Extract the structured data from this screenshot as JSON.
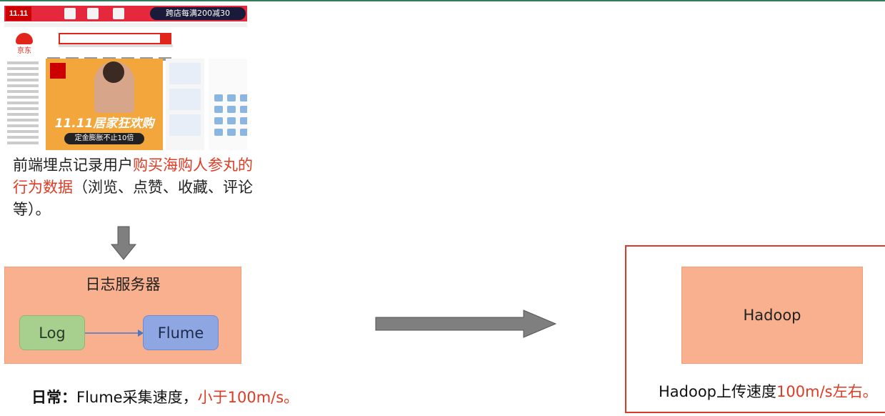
{
  "screenshot": {
    "banner_logo": "11.11",
    "banner_promo": "跨店每满200减30",
    "site_logo": "京东",
    "hero_title": "11.11居家狂欢购",
    "hero_button": "定金膨胀不止10倍"
  },
  "description": {
    "prefix": "前端埋点记录用户",
    "highlight": "购买海购人参丸的行为数据",
    "suffix": "（浏览、点赞、收藏、评论等）。"
  },
  "log_server": {
    "title": "日志服务器",
    "log_label": "Log",
    "flume_label": "Flume"
  },
  "daily_note": {
    "bold_label": "日常：",
    "text": "Flume采集速度，",
    "highlight": "小于100m/s。"
  },
  "hadoop": {
    "label": "Hadoop",
    "caption_prefix": "Hadoop上传速度",
    "caption_highlight": "100m/s左右。"
  },
  "colors": {
    "accent_red": "#e03b24",
    "box_orange": "#f8b08e",
    "log_green": "#a7cf8e",
    "flume_blue": "#8ea7e2",
    "arrow_gray": "#7f7f7f"
  }
}
